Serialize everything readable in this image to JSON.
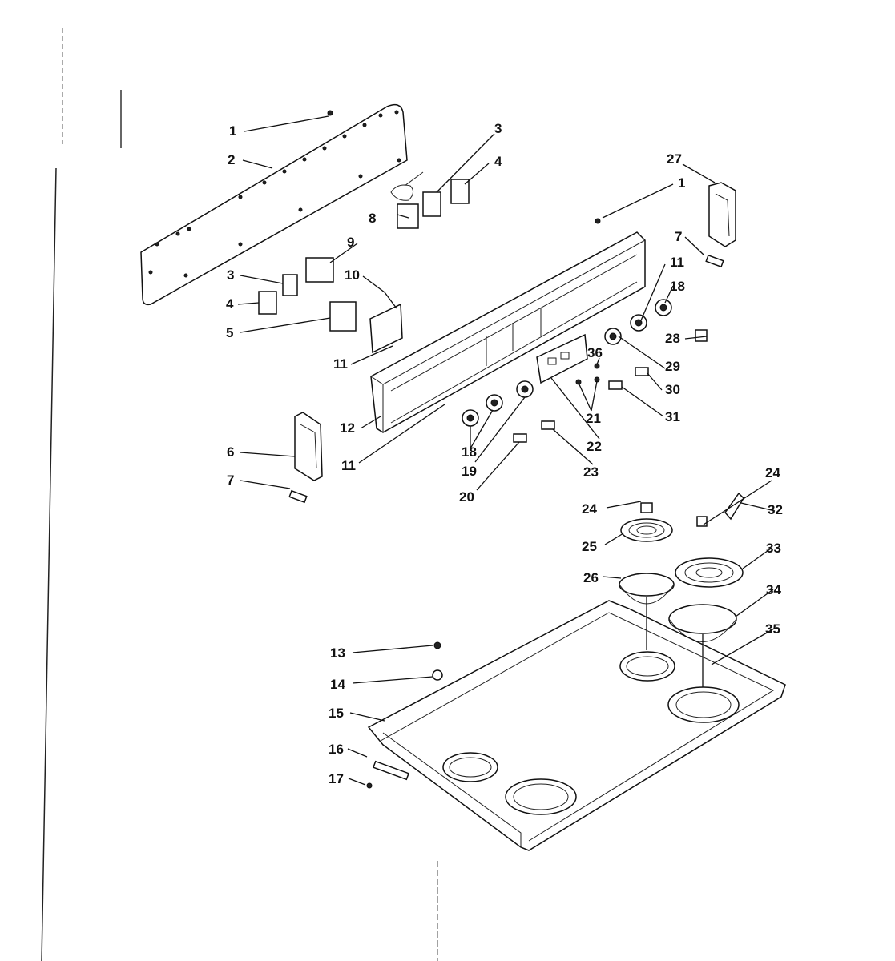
{
  "colors": {
    "ink": "#111111",
    "paper": "#ffffff"
  },
  "callouts": [
    "1",
    "2",
    "3",
    "4",
    "8",
    "9",
    "10",
    "11",
    "5",
    "6",
    "7",
    "12",
    "18",
    "19",
    "20",
    "21",
    "22",
    "23",
    "24",
    "25",
    "26",
    "27",
    "28",
    "29",
    "30",
    "31",
    "32",
    "33",
    "34",
    "35",
    "36",
    "13",
    "14",
    "15",
    "16",
    "17"
  ],
  "labels": {
    "l1a": "1",
    "l2": "2",
    "l3a": "3",
    "l4a": "4",
    "l27": "27",
    "l1b": "1",
    "l8": "8",
    "l9": "9",
    "l3b": "3",
    "l10": "10",
    "l4b": "4",
    "l5": "5",
    "l7a": "7",
    "l11a": "11",
    "l18a": "18",
    "l28": "28",
    "l36": "36",
    "l29": "29",
    "l11b": "11",
    "l30": "30",
    "l21": "21",
    "l31": "31",
    "l12": "12",
    "l6": "6",
    "l7b": "7",
    "l11c": "11",
    "l18b": "18",
    "l22": "22",
    "l19": "19",
    "l23": "23",
    "l20": "20",
    "l24a": "24",
    "l24b": "24",
    "l32": "32",
    "l25": "25",
    "l33": "33",
    "l26": "26",
    "l34": "34",
    "l35": "35",
    "l13": "13",
    "l14": "14",
    "l15": "15",
    "l16": "16",
    "l17": "17"
  }
}
